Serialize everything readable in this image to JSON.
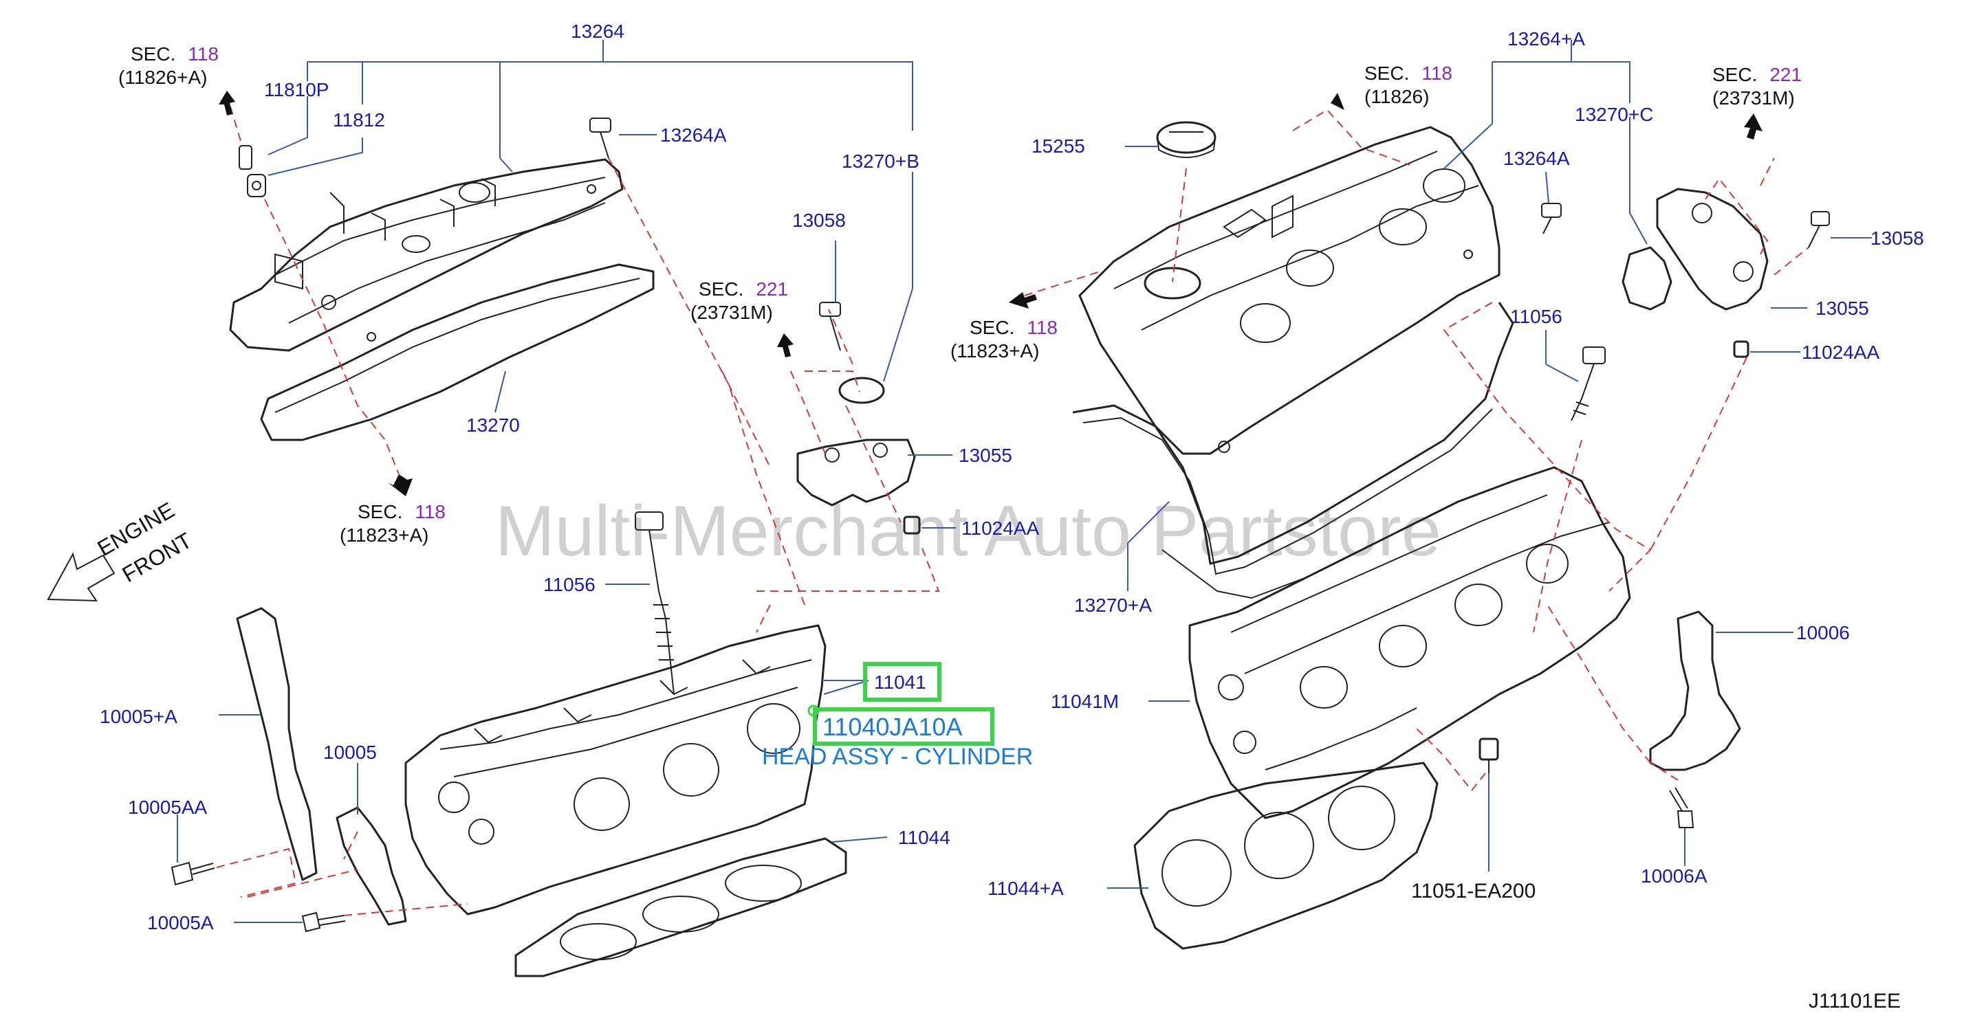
{
  "diagram": {
    "code": "J11101EE",
    "watermark": "Multi-Merchant Auto Partstore",
    "front_label": [
      "ENGINE",
      "FRONT"
    ],
    "highlight": {
      "part": "11041",
      "number": "11040JA10A",
      "description": "HEAD ASSY - CYLINDER"
    },
    "sections": [
      {
        "prefix": "SEC.",
        "num": "118",
        "ref": "(11826+A)"
      },
      {
        "prefix": "SEC.",
        "num": "118",
        "ref": "(11823+A)"
      },
      {
        "prefix": "SEC.",
        "num": "221",
        "ref": "(23731M)"
      },
      {
        "prefix": "SEC.",
        "num": "118",
        "ref": "(11826)"
      },
      {
        "prefix": "SEC.",
        "num": "118",
        "ref": "(11823+A)"
      },
      {
        "prefix": "SEC.",
        "num": "221",
        "ref": "(23731M)"
      }
    ],
    "labels": [
      "13264",
      "11810P",
      "11812",
      "13264A",
      "13270+B",
      "13058",
      "13270",
      "13055",
      "11024AA",
      "11056",
      "10005+A",
      "10005",
      "10005AA",
      "10005A",
      "11044",
      "13264+A",
      "15255",
      "13270+C",
      "13264A",
      "13058",
      "11056",
      "13055",
      "11024AA",
      "13270+A",
      "10006",
      "11041M",
      "11044+A",
      "11051-EA200",
      "10006A"
    ]
  }
}
